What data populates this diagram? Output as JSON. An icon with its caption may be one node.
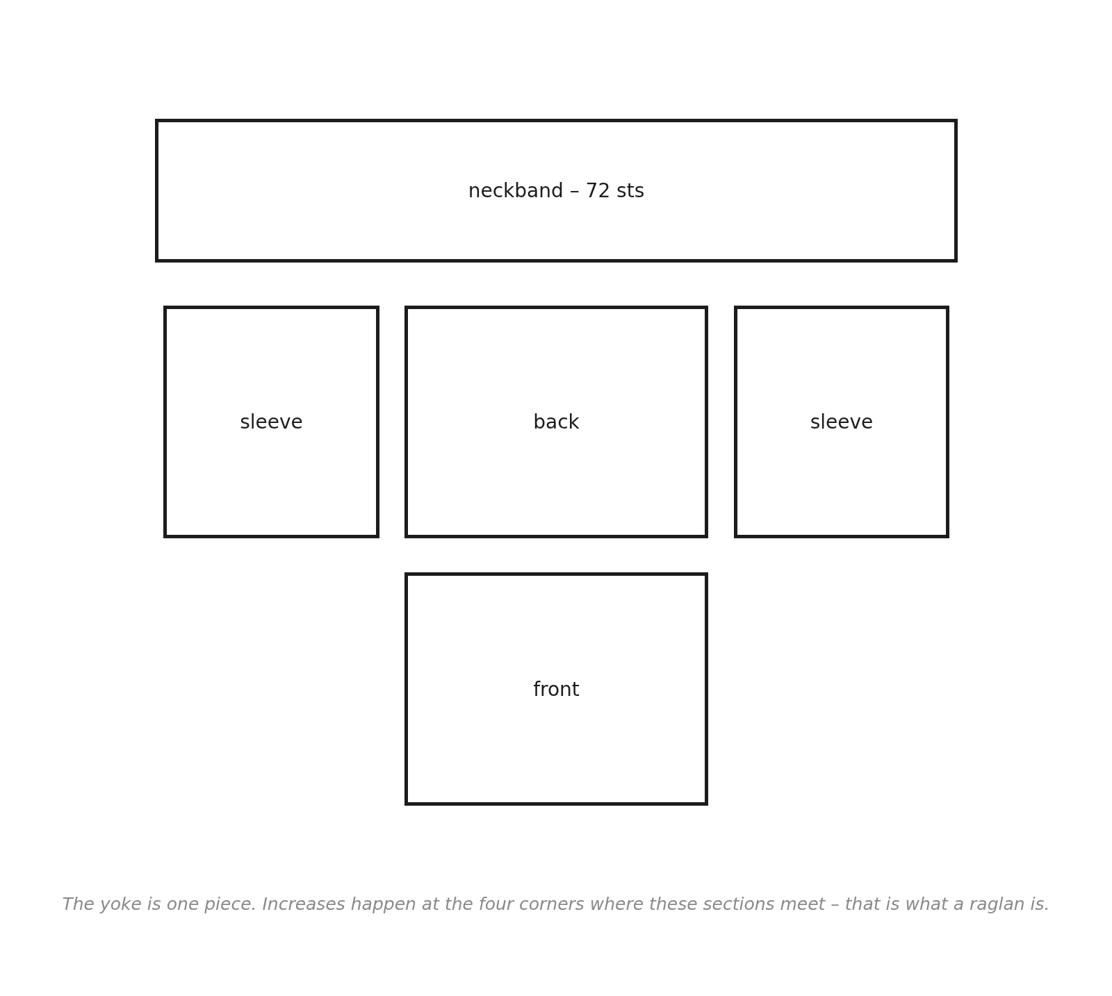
{
  "diagram": {
    "nodes": [
      {
        "text": [
          "neckband – 72 sts"
        ]
      },
      {
        "text": [
          "sleeve"
        ]
      },
      {
        "text": [
          "back"
        ]
      },
      {
        "text": [
          "sleeve"
        ]
      },
      {
        "text": [
          "front"
        ]
      }
    ],
    "caption": "The yoke is one piece. Increases happen at the four corners where these sections meet – that is what a raglan is."
  }
}
